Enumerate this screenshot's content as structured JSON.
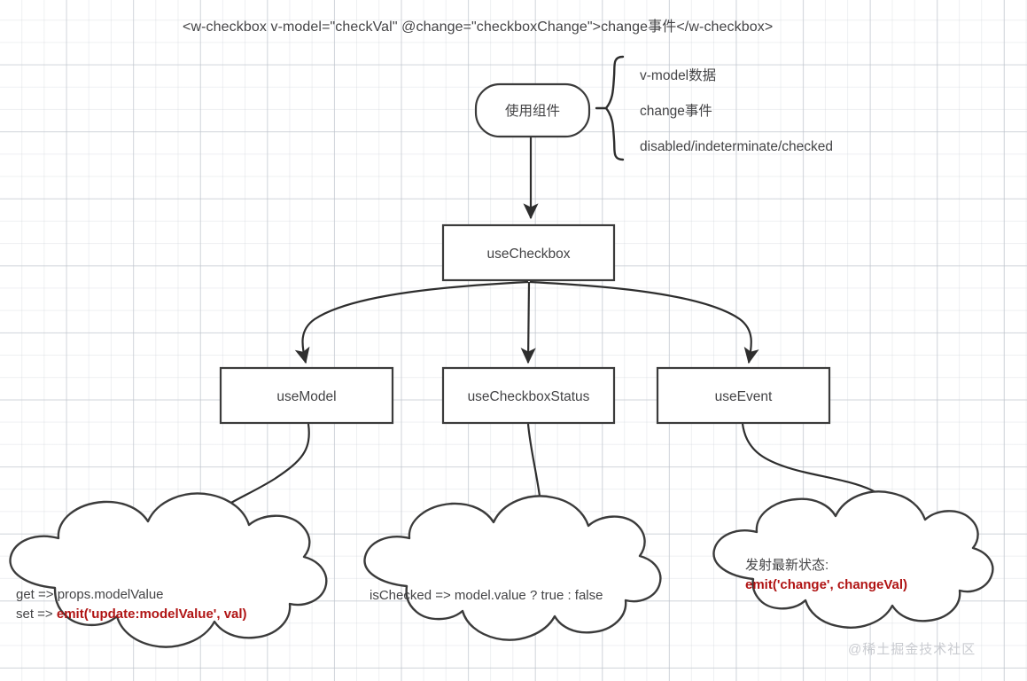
{
  "diagram": {
    "title": "<w-checkbox v-model=\"checkVal\" @change=\"checkboxChange\">change事件</w-checkbox>",
    "colors": {
      "stroke": "#3b3b3b",
      "text": "#444446",
      "accent_red": "#b01414",
      "background": "#ffffff",
      "grid": "#c8cdd4",
      "watermark": "#c9cbd0"
    },
    "nodes": {
      "component": {
        "label": "使用组件",
        "shape": "rounded-rectangle"
      },
      "use_checkbox": {
        "label": "useCheckbox",
        "shape": "rectangle"
      },
      "use_model": {
        "label": "useModel",
        "shape": "rectangle"
      },
      "use_checkbox_status": {
        "label": "useCheckboxStatus",
        "shape": "rectangle"
      },
      "use_event": {
        "label": "useEvent",
        "shape": "rectangle"
      }
    },
    "brace_items": [
      "v-model数据",
      "change事件",
      "disabled/indeterminate/checked"
    ],
    "clouds": {
      "model_cloud": {
        "line1": "get => props.modelValue",
        "line2_prefix": "set => ",
        "line2_red": "emit('update:modelValue', val)"
      },
      "status_cloud": {
        "line1": "isChecked => model.value ? true : false"
      },
      "event_cloud": {
        "line1": "发射最新状态:",
        "line2_red": "emit('change', changeVal)"
      }
    },
    "watermark": "@稀土掘金技术社区"
  }
}
